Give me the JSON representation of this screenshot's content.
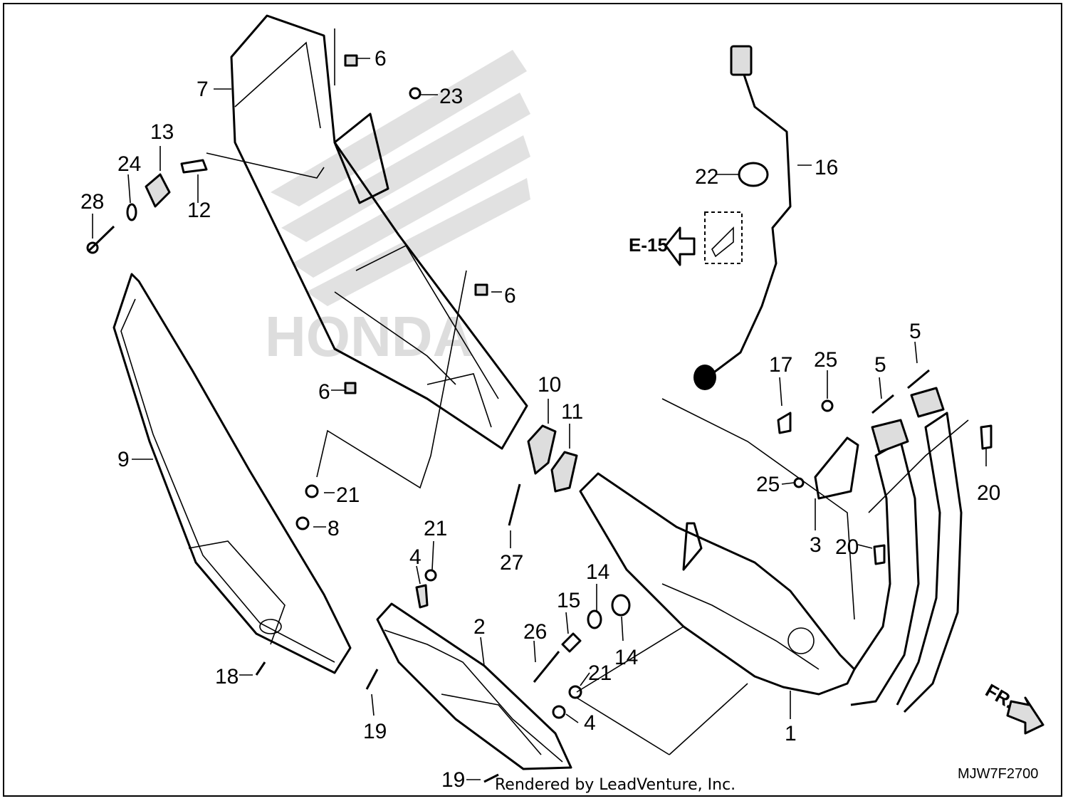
{
  "diagram": {
    "watermark_logo": "HONDA",
    "reference_label": "E-15",
    "front_indicator": "FR.",
    "drawing_code": "MJW7F2700",
    "credit": "Rendered by LeadVenture, Inc."
  },
  "callouts": {
    "c1": "1",
    "c2": "2",
    "c3": "3",
    "c4a": "4",
    "c4b": "4",
    "c5a": "5",
    "c5b": "5",
    "c6a": "6",
    "c6b": "6",
    "c6c": "6",
    "c7": "7",
    "c8": "8",
    "c9": "9",
    "c10": "10",
    "c11": "11",
    "c12": "12",
    "c13": "13",
    "c14a": "14",
    "c14b": "14",
    "c15": "15",
    "c16": "16",
    "c17": "17",
    "c18": "18",
    "c19a": "19",
    "c19b": "19",
    "c20a": "20",
    "c20b": "20",
    "c21a": "21",
    "c21b": "21",
    "c21c": "21",
    "c22": "22",
    "c23": "23",
    "c24": "24",
    "c25a": "25",
    "c25b": "25",
    "c26": "26",
    "c27": "27",
    "c28": "28"
  }
}
